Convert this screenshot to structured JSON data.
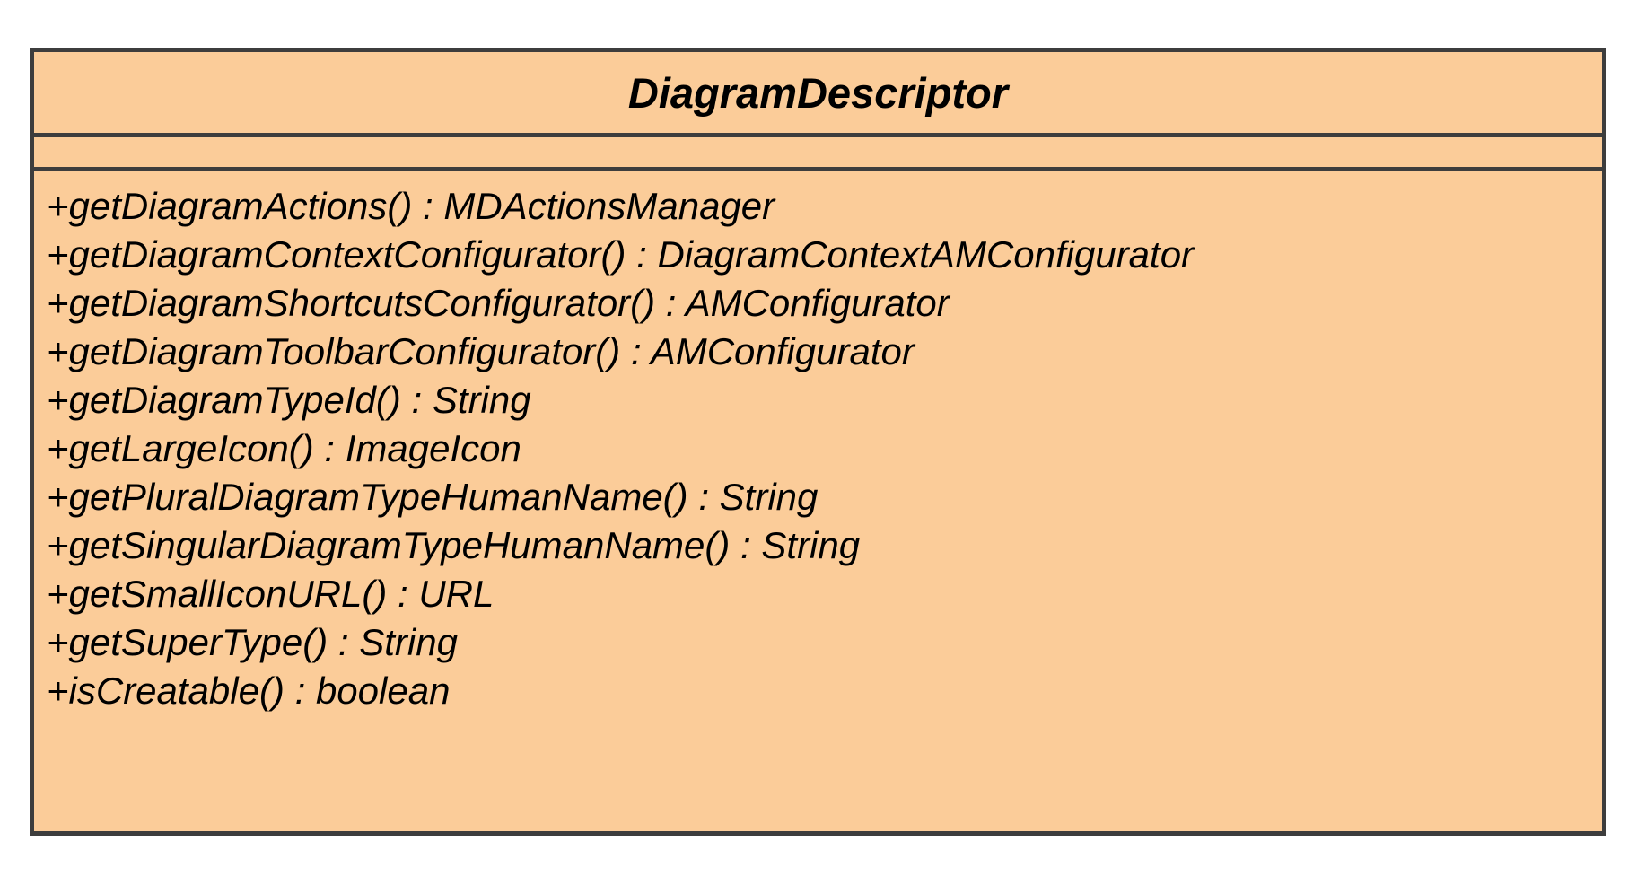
{
  "diagram": {
    "kind": "uml-class-diagram",
    "background_color": "#ffffff"
  },
  "class_box": {
    "name": "DiagramDescriptor",
    "is_abstract": true,
    "fill_color": "#fbcc99",
    "border_color": "#3d3d3d",
    "text_color": "#000000",
    "attributes": [],
    "operations": [
      {
        "visibility": "+",
        "signature": "+getDiagramActions() : MDActionsManager"
      },
      {
        "visibility": "+",
        "signature": "+getDiagramContextConfigurator() : DiagramContextAMConfigurator"
      },
      {
        "visibility": "+",
        "signature": "+getDiagramShortcutsConfigurator() : AMConfigurator"
      },
      {
        "visibility": "+",
        "signature": "+getDiagramToolbarConfigurator() : AMConfigurator"
      },
      {
        "visibility": "+",
        "signature": "+getDiagramTypeId() : String"
      },
      {
        "visibility": "+",
        "signature": "+getLargeIcon() : ImageIcon"
      },
      {
        "visibility": "+",
        "signature": "+getPluralDiagramTypeHumanName() : String"
      },
      {
        "visibility": "+",
        "signature": "+getSingularDiagramTypeHumanName() : String"
      },
      {
        "visibility": "+",
        "signature": "+getSmallIconURL() : URL"
      },
      {
        "visibility": "+",
        "signature": "+getSuperType() : String"
      },
      {
        "visibility": "+",
        "signature": "+isCreatable() : boolean"
      }
    ]
  }
}
